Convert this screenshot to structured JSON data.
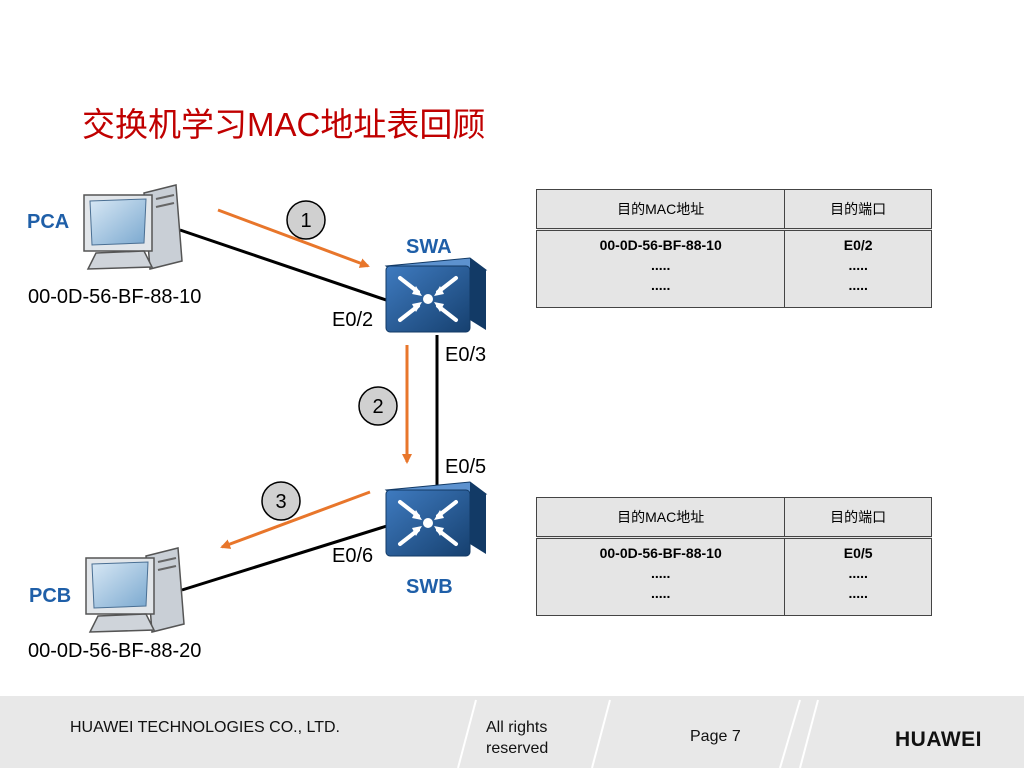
{
  "title": "交换机学习MAC地址表回顾",
  "devices": {
    "pca": {
      "name": "PCA",
      "mac": "00-0D-56-BF-88-10"
    },
    "pcb": {
      "name": "PCB",
      "mac": "00-0D-56-BF-88-20"
    },
    "swa": {
      "name": "SWA"
    },
    "swb": {
      "name": "SWB"
    }
  },
  "ports": {
    "swa_e02": "E0/2",
    "swa_e03": "E0/3",
    "swb_e05": "E0/5",
    "swb_e06": "E0/6"
  },
  "steps": [
    "1",
    "2",
    "3"
  ],
  "tables": [
    {
      "headers": [
        "目的MAC地址",
        "目的端口"
      ],
      "rows": [
        [
          "00-0D-56-BF-88-10",
          "E0/2"
        ],
        [
          ".....",
          "....."
        ],
        [
          ".....",
          "....."
        ]
      ]
    },
    {
      "headers": [
        "目的MAC地址",
        "目的端口"
      ],
      "rows": [
        [
          "00-0D-56-BF-88-10",
          "E0/5"
        ],
        [
          ".....",
          "....."
        ],
        [
          ".....",
          "....."
        ]
      ]
    }
  ],
  "footer": {
    "company": "HUAWEI TECHNOLOGIES CO., LTD.",
    "rights": "All rights reserved",
    "page": "Page 7",
    "logo": "HUAWEI"
  },
  "colors": {
    "title": "#c00000",
    "device_label": "#1f5fa8",
    "arrow": "#e8762b",
    "switch": "#1d4f8a"
  }
}
